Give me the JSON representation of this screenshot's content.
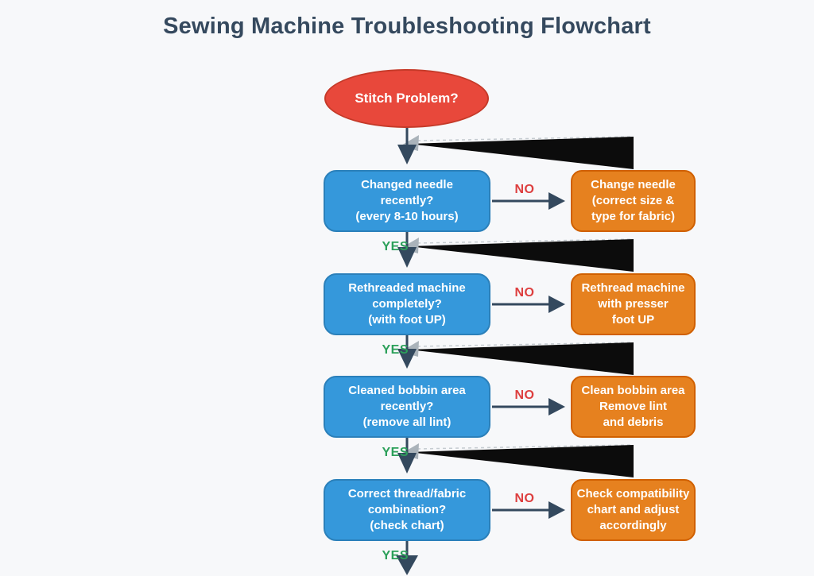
{
  "title": "Sewing Machine Troubleshooting Flowchart",
  "start": {
    "label": "Stitch Problem?"
  },
  "rows": [
    {
      "question": "Changed needle\nrecently?\n(every 8-10 hours)",
      "action": "Change needle\n(correct size &\ntype for fabric)",
      "no": "NO",
      "yes": "YES"
    },
    {
      "question": "Rethreaded machine\ncompletely?\n(with foot UP)",
      "action": "Rethread machine\nwith presser\nfoot UP",
      "no": "NO",
      "yes": "YES"
    },
    {
      "question": "Cleaned bobbin area\nrecently?\n(remove all lint)",
      "action": "Clean bobbin area\nRemove lint\nand debris",
      "no": "NO",
      "yes": "YES"
    },
    {
      "question": "Correct thread/fabric\ncombination?\n(check chart)",
      "action": "Check compatibility\nchart and adjust\naccordingly",
      "no": "NO",
      "yes": "YES"
    }
  ],
  "colors": {
    "background": "#f7f8fa",
    "title_text": "#35495e",
    "start_fill": "#e8483b",
    "start_border": "#c53a29",
    "question_fill": "#3598db",
    "question_border": "#2b80ba",
    "action_fill": "#e6811f",
    "action_border": "#d06000",
    "arrow": "#34495e",
    "no_text": "#dd3e3e",
    "yes_text": "#2ca05a",
    "wedge": "#0c0c0c"
  }
}
